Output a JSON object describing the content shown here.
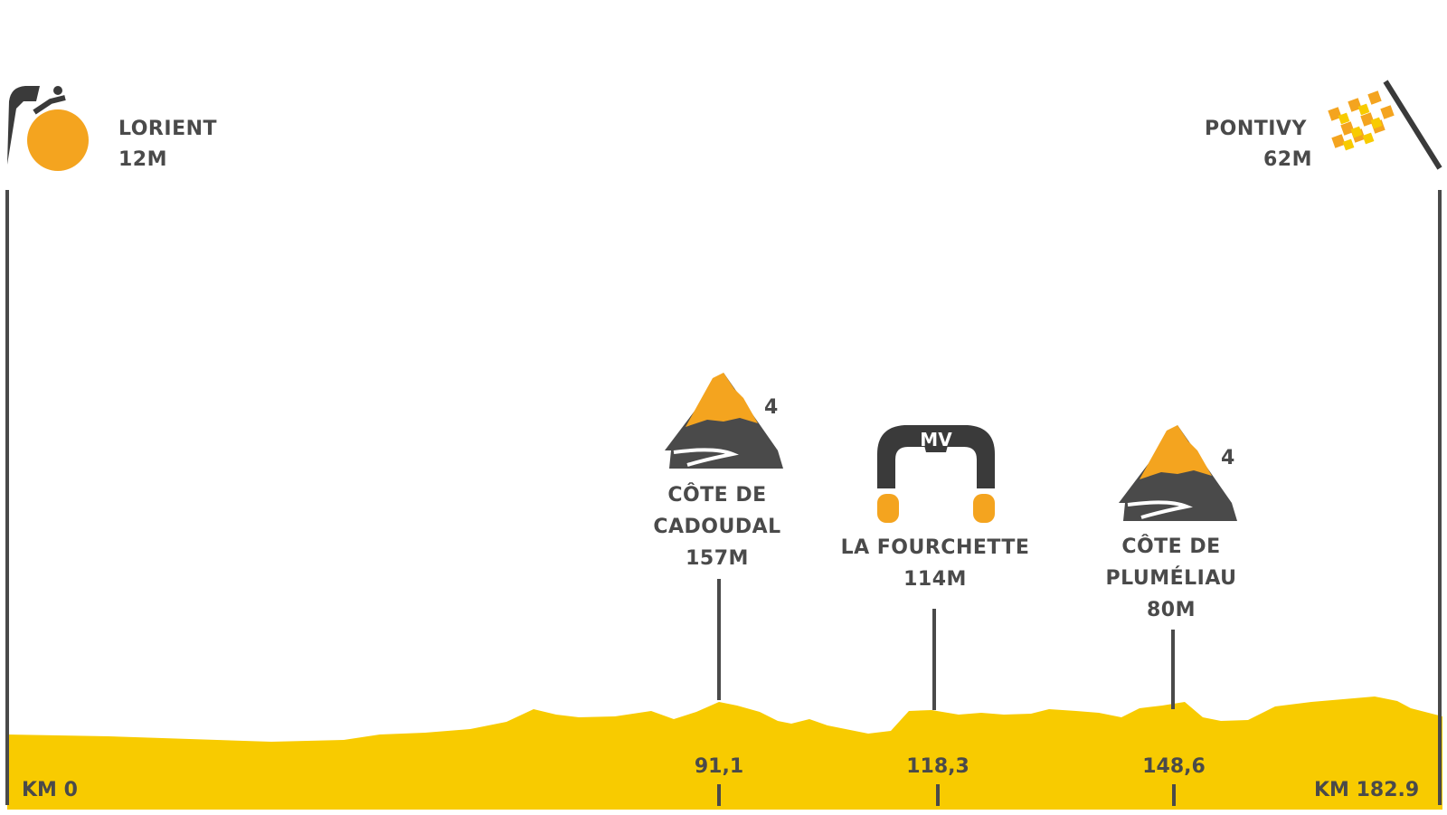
{
  "start": {
    "town": "LORIENT",
    "altitude": "12M"
  },
  "finish": {
    "town": "PONTIVY",
    "altitude": "62M"
  },
  "climbs": [
    {
      "name_line1": "CÔTE DE",
      "name_line2": "CADOUDAL",
      "altitude": "157M",
      "category": "4",
      "km": "91,1"
    },
    {
      "name_line1": "LA FOURCHETTE",
      "altitude": "114M",
      "km": "118,3",
      "badge": "MV"
    },
    {
      "name_line1": "CÔTE DE",
      "name_line2": "PLUMÉLIAU",
      "altitude": "80M",
      "category": "4",
      "km": "148,6"
    }
  ],
  "km_start": "KM 0",
  "km_end": "KM 182.9",
  "colors": {
    "profile": "#f8cb00",
    "accent": "#f4a41f",
    "dark": "#4a4a4a"
  }
}
